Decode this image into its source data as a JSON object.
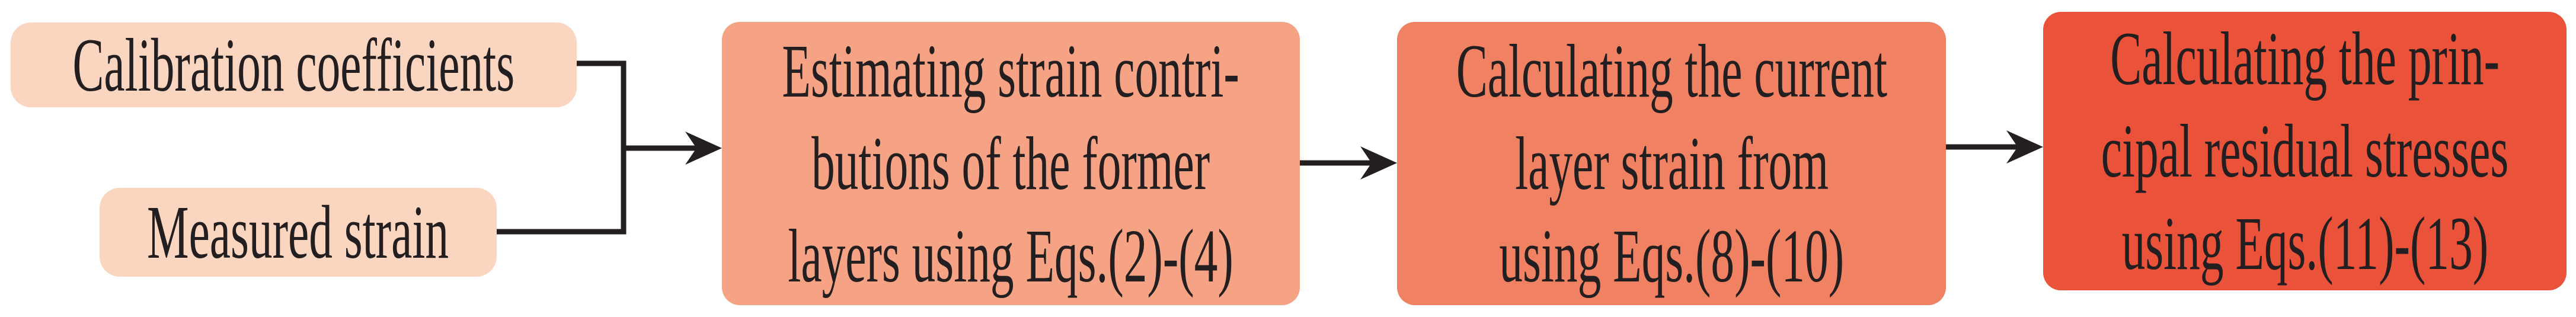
{
  "diagram": {
    "ink_color": "#231f20",
    "background_color": "#ffffff",
    "inputs": [
      {
        "label": "Calibration coefficients",
        "fill": "#fad6c1"
      },
      {
        "label": "Measured strain",
        "fill": "#fad6c1"
      }
    ],
    "steps": [
      {
        "fill": "#f6a284",
        "lines": [
          "Estimating strain contri-",
          "butions of the former",
          "layers using Eqs.(2)-(4)"
        ]
      },
      {
        "fill": "#f08162",
        "lines": [
          "Calculating the current",
          "layer strain from",
          "using Eqs.(8)-(10)"
        ]
      },
      {
        "fill": "#ea523a",
        "lines": [
          "Calculating the prin-",
          "cipal residual stresses",
          "using Eqs.(11)-(13)"
        ]
      }
    ]
  }
}
